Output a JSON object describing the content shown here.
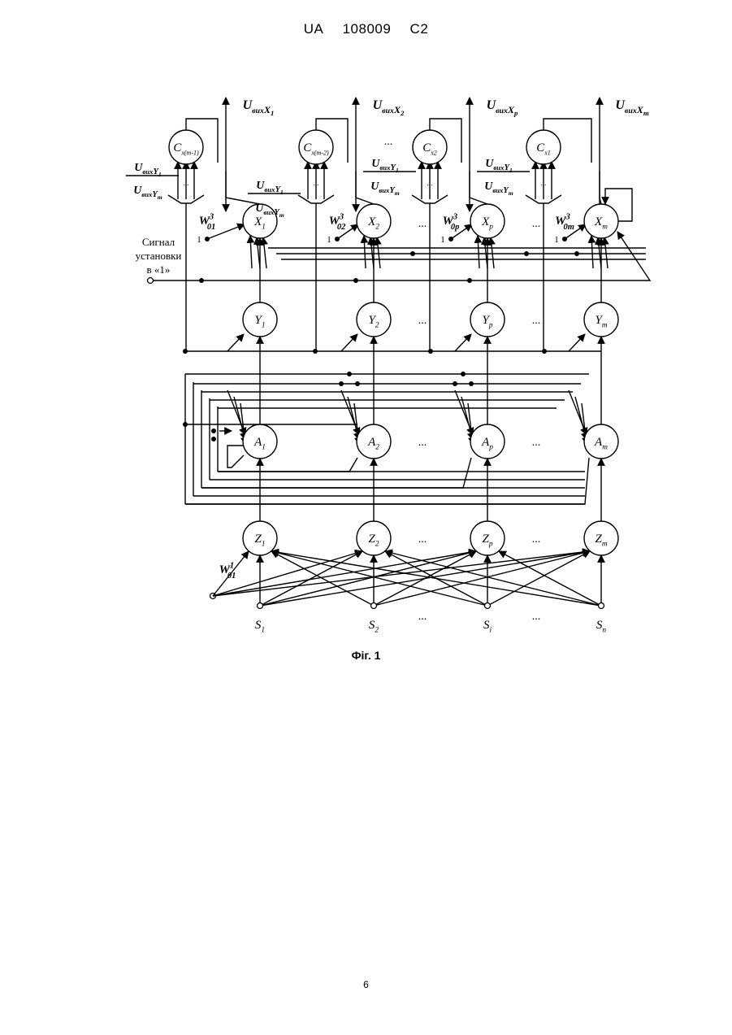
{
  "header": {
    "office": "UA",
    "number": "108009",
    "kind": "C2"
  },
  "figure": {
    "caption": "Фіг. 1",
    "page_number": "6",
    "set_signal_label": [
      "Сигнал",
      "установки",
      "в «1»"
    ],
    "ellipsis": "...",
    "neurons": {
      "X": [
        {
          "base": "X",
          "sub": "1"
        },
        {
          "base": "X",
          "sub": "2"
        },
        {
          "base": "X",
          "sub": "p"
        },
        {
          "base": "X",
          "sub": "m"
        }
      ],
      "Y": [
        {
          "base": "Y",
          "sub": "1"
        },
        {
          "base": "Y",
          "sub": "2"
        },
        {
          "base": "Y",
          "sub": "p"
        },
        {
          "base": "Y",
          "sub": "m"
        }
      ],
      "A": [
        {
          "base": "A",
          "sub": "1"
        },
        {
          "base": "A",
          "sub": "2"
        },
        {
          "base": "A",
          "sub": "p"
        },
        {
          "base": "A",
          "sub": "m"
        }
      ],
      "Z": [
        {
          "base": "Z",
          "sub": "1"
        },
        {
          "base": "Z",
          "sub": "2"
        },
        {
          "base": "Z",
          "sub": "p"
        },
        {
          "base": "Z",
          "sub": "m"
        }
      ],
      "C": [
        {
          "base": "C",
          "sub": "x(m-1)"
        },
        {
          "base": "C",
          "sub": "x(m-2)"
        },
        {
          "base": "C",
          "sub": "x2"
        },
        {
          "base": "C",
          "sub": "x1"
        }
      ]
    },
    "inputs": [
      {
        "base": "S",
        "sub": "1"
      },
      {
        "base": "S",
        "sub": "2"
      },
      {
        "base": "S",
        "sub": "i"
      },
      {
        "base": "S",
        "sub": "n"
      }
    ],
    "outputs": [
      {
        "base": "U",
        "sub": "вих",
        "sub2": "X",
        "sub3": "1"
      },
      {
        "base": "U",
        "sub": "вих",
        "sub2": "X",
        "sub3": "2"
      },
      {
        "base": "U",
        "sub": "вих",
        "sub2": "X",
        "sub3": "p"
      },
      {
        "base": "U",
        "sub": "вих",
        "sub2": "X",
        "sub3": "m"
      }
    ],
    "c_inputs": [
      {
        "base": "U",
        "sub": "вих",
        "sub2": "Y",
        "sub3": "1"
      },
      {
        "base": "U",
        "sub": "вих",
        "sub2": "Y",
        "sub3": "m"
      }
    ],
    "weights_x": [
      {
        "base": "W",
        "sub": "01",
        "sup": "3"
      },
      {
        "base": "W",
        "sub": "02",
        "sup": "3"
      },
      {
        "base": "W",
        "sub": "0p",
        "sup": "3"
      },
      {
        "base": "W",
        "sub": "0m",
        "sup": "3"
      }
    ],
    "weight_z": {
      "base": "W",
      "sub": "01",
      "sup": "1"
    },
    "bias_value": "1"
  }
}
